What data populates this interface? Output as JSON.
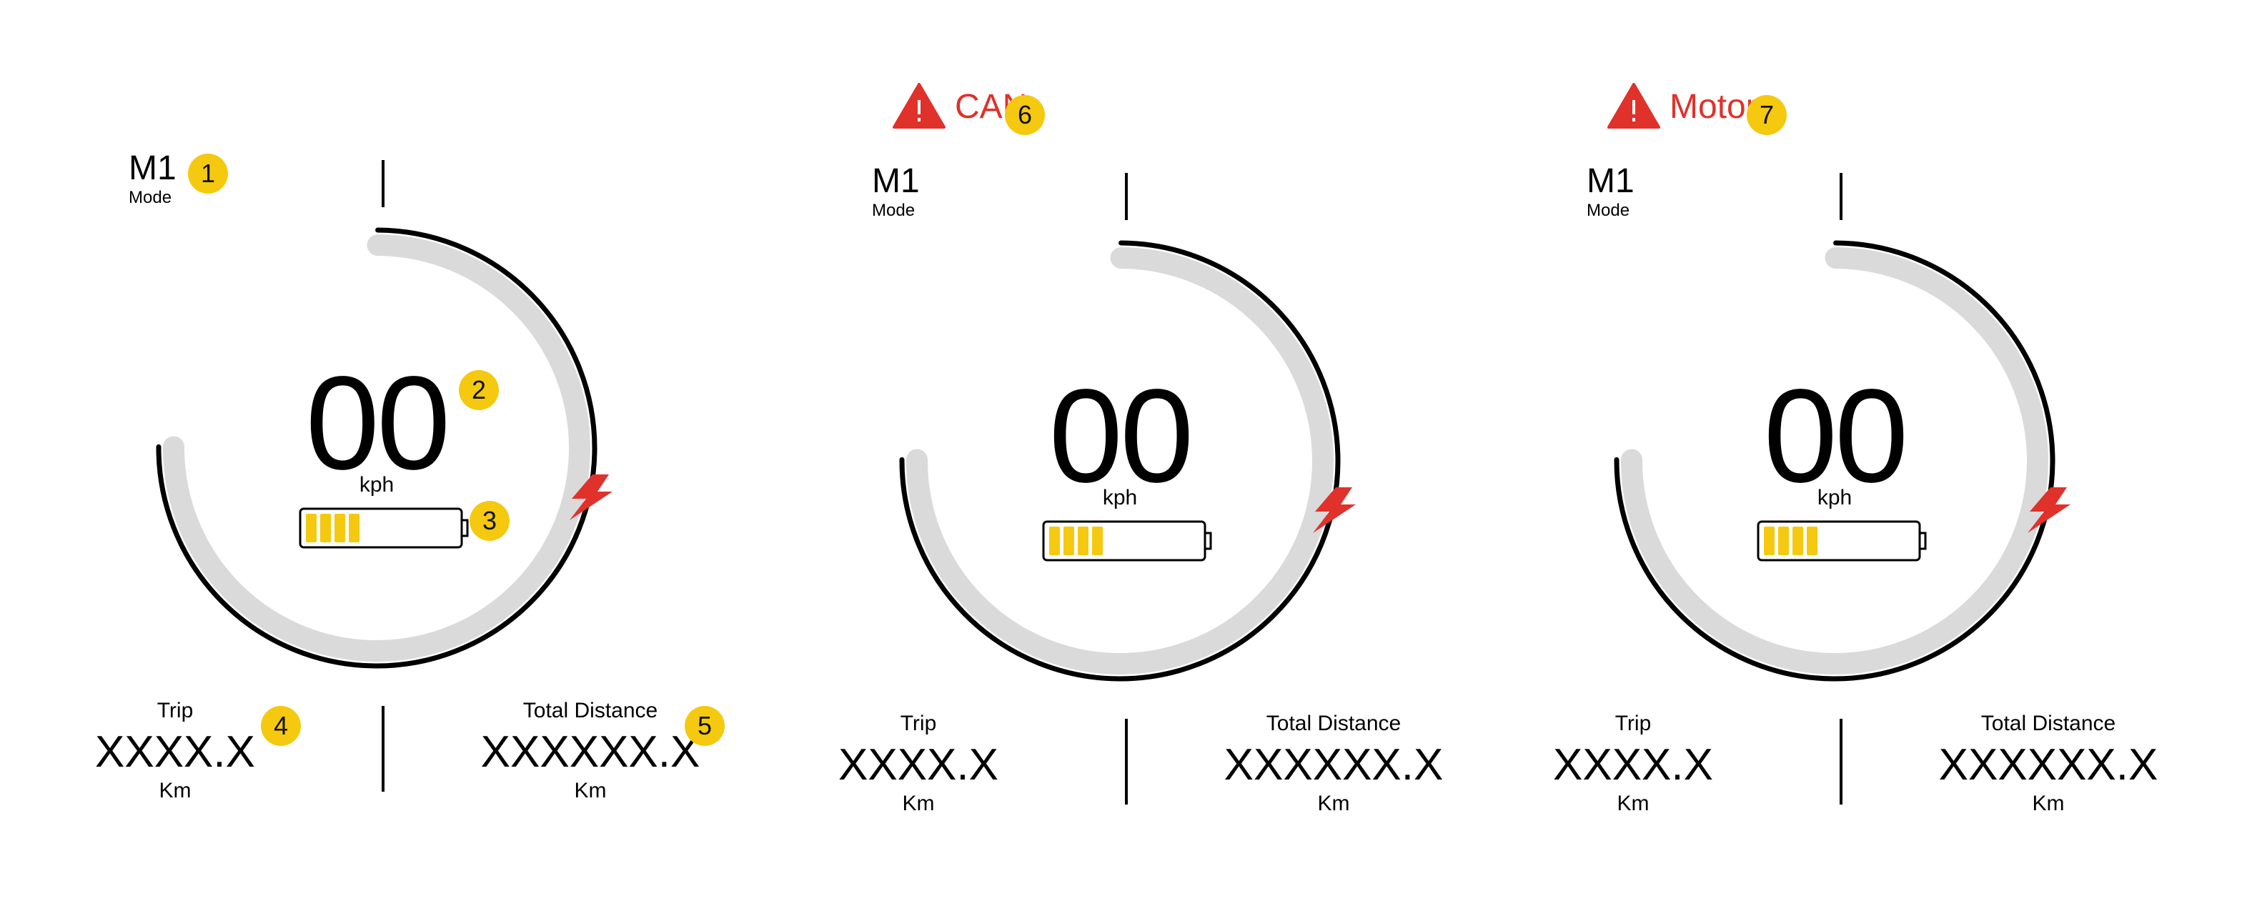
{
  "colors": {
    "badge": "#f5c90f",
    "alert": "#e0312b",
    "battery_fill": "#f5c90f",
    "arc_track": "#dadada",
    "arc_outline": "#000000"
  },
  "panels": [
    {
      "warning": null,
      "mode": {
        "value": "M1",
        "label": "Mode",
        "badge": "1"
      },
      "speed": {
        "value": "00",
        "unit": "kph",
        "badge": "2"
      },
      "battery": {
        "level_segments": 4,
        "badge": "3",
        "icon": "battery-icon"
      },
      "charging_icon": "lightning-bolt-icon",
      "trip": {
        "label": "Trip",
        "value": "XXXX.X",
        "unit": "Km",
        "badge": "4"
      },
      "total": {
        "label": "Total Distance",
        "value": "XXXXXX.X",
        "unit": "Km",
        "badge": "5"
      }
    },
    {
      "warning": {
        "text": "CAN",
        "badge": "6",
        "icon": "warning-triangle-icon"
      },
      "mode": {
        "value": "M1",
        "label": "Mode",
        "badge": null
      },
      "speed": {
        "value": "00",
        "unit": "kph",
        "badge": null
      },
      "battery": {
        "level_segments": 4,
        "badge": null,
        "icon": "battery-icon"
      },
      "charging_icon": "lightning-bolt-icon",
      "trip": {
        "label": "Trip",
        "value": "XXXX.X",
        "unit": "Km",
        "badge": null
      },
      "total": {
        "label": "Total Distance",
        "value": "XXXXXX.X",
        "unit": "Km",
        "badge": null
      }
    },
    {
      "warning": {
        "text": "Motor",
        "badge": "7",
        "icon": "warning-triangle-icon"
      },
      "mode": {
        "value": "M1",
        "label": "Mode",
        "badge": null
      },
      "speed": {
        "value": "00",
        "unit": "kph",
        "badge": null
      },
      "battery": {
        "level_segments": 4,
        "badge": null,
        "icon": "battery-icon"
      },
      "charging_icon": "lightning-bolt-icon",
      "trip": {
        "label": "Trip",
        "value": "XXXX.X",
        "unit": "Km",
        "badge": null
      },
      "total": {
        "label": "Total Distance",
        "value": "XXXXXX.X",
        "unit": "Km",
        "badge": null
      }
    }
  ]
}
